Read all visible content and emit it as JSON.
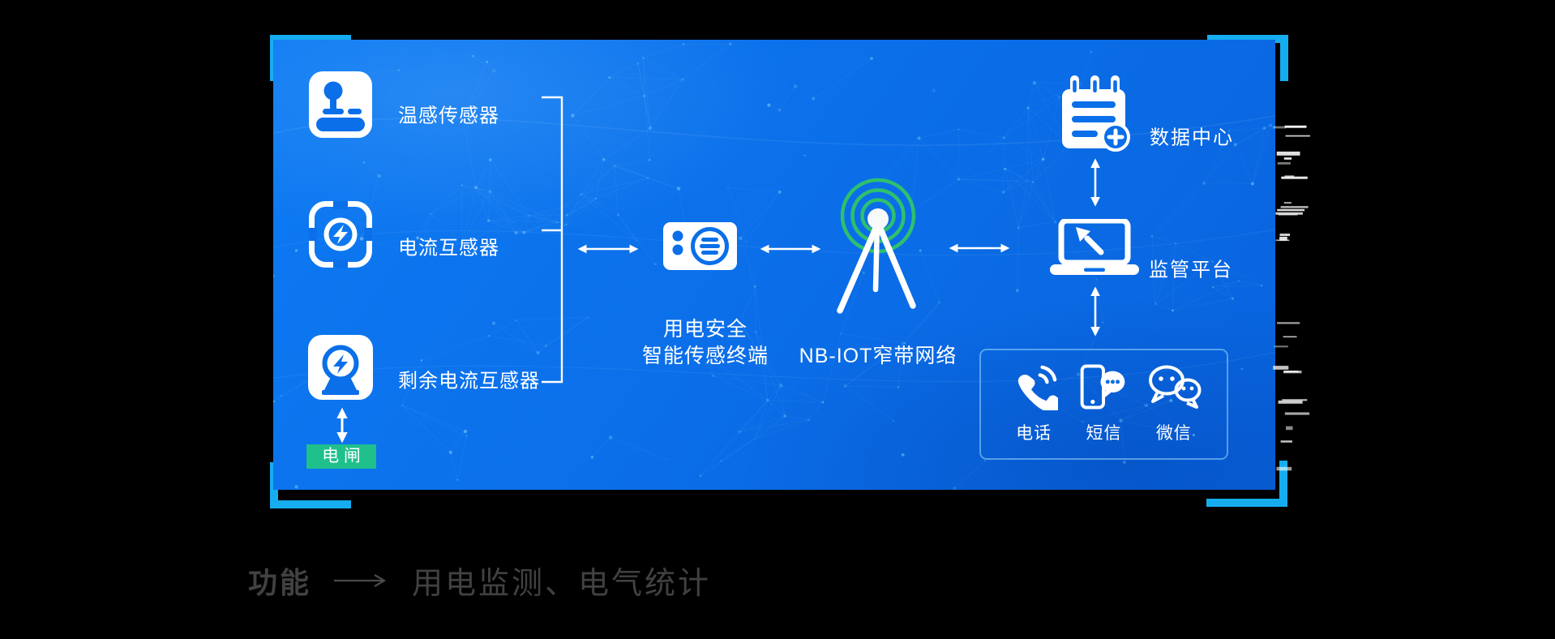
{
  "colors": {
    "panel_blue": "#0b6fe9",
    "bracket_cyan": "#16adf0",
    "antenna_ring_green": "#2ec06f",
    "breaker_tag_green": "#1fc08c",
    "caption_gray": "#414141",
    "icon_white": "#ffffff"
  },
  "panel": {
    "sensors": [
      {
        "label": "温感传感器",
        "icon": "breaker-sensor-icon"
      },
      {
        "label": "电流互感器",
        "icon": "current-transformer-icon"
      },
      {
        "label": "剩余电流互感器",
        "icon": "residual-current-transformer-icon"
      }
    ],
    "breaker_tag": "电 闸",
    "terminal": {
      "line1": "用电安全",
      "line2": "智能传感终端",
      "icon": "sensing-terminal-icon"
    },
    "network": {
      "label": "NB-IOT窄带网络",
      "icon": "antenna-icon"
    },
    "data_center": {
      "label": "数据中心",
      "icon": "notepad-plus-icon"
    },
    "platform": {
      "label": "监管平台",
      "icon": "laptop-icon"
    },
    "notify_channels": [
      {
        "label": "电话",
        "icon": "phone-icon"
      },
      {
        "label": "短信",
        "icon": "sms-icon"
      },
      {
        "label": "微信",
        "icon": "wechat-icon"
      }
    ]
  },
  "caption": {
    "prefix": "功能",
    "arrow": "right-arrow-icon",
    "text": "用电监测、电气统计"
  }
}
